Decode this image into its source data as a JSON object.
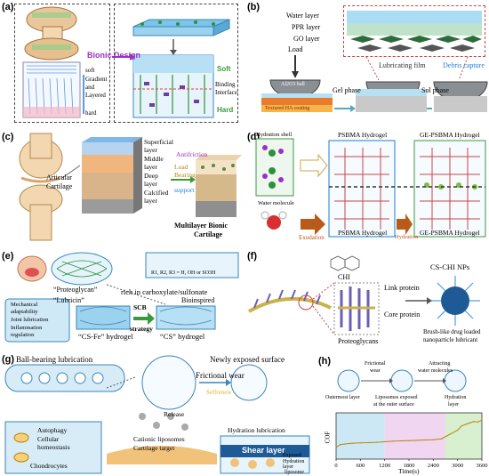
{
  "colors": {
    "accent_purple": "#9b30c8",
    "accent_green": "#3a9a3a",
    "accent_blue": "#1a7fd4",
    "orange": "#e8892a",
    "panel_bg_blue": "#d8ecf8",
    "curve": "#b8860b"
  },
  "panel_a": {
    "label": "(a)",
    "bionic_design": "Bionic   Design",
    "left_caption_1": "soft",
    "left_caption_2": "Gradient",
    "left_caption_3": "and",
    "left_caption_4": "Layered",
    "left_caption_5": "hard",
    "soft": "Soft",
    "binding_1": "Binding",
    "binding_2": "Interface",
    "hard": "Hard"
  },
  "panel_b": {
    "label": "(b)",
    "water_layer": "Water layer",
    "ppr_layer": "PPR layer",
    "go_layer": "GO layer",
    "load": "Load",
    "ball": "Al2O3 ball",
    "lubricating_film": "Lubricating film",
    "debris_capture": "Debris capture",
    "gel_phase": "Gel phase",
    "sol_phase": "Sol phase",
    "coating": "Textured HA coating"
  },
  "panel_c": {
    "label": "(c)",
    "articular": "Articular",
    "cartilage": "Cartilage",
    "superficial": "Superficial",
    "layer1": "layer",
    "middle": "Middle",
    "layer2": "layer",
    "deep": "Deep",
    "layer3": "layer",
    "calcified": "Calcified",
    "layer4": "layer",
    "antifriction": "Antifriction",
    "load_bearing_1": "Load",
    "load_bearing_2": "Bearing",
    "support": "support",
    "multilayer_1": "Multilayer Bionic",
    "multilayer_2": "Cartilage"
  },
  "panel_d": {
    "label": "(d)",
    "hydration_shell": "Hydration shell",
    "psbma_top": "PSBMA Hydrogel",
    "ge_psbma_top": "GE-PSBMA Hydrogel",
    "water_molecule": "Water molecule",
    "exudation": "Exudation",
    "psbma_bottom": "PSBMA Hydrogel",
    "hydration": "Hydration",
    "ge_psbma_bottom": "GE-PSBMA Hydrogel"
  },
  "panel_e": {
    "label": "(e)",
    "proteoglycan": "“Proteoglycan”",
    "lubricin": "“Lubricin”",
    "rich": "rich in carboxylate/sulfonate",
    "r_groups": "R1, R2, R3 = H, OH or SO3H",
    "bioinspired": "Bioinspired",
    "mech_1": "Mechanical",
    "mech_2": "adaptability",
    "mech_3": "Joint lubrication",
    "mech_4": "Inflammation",
    "mech_5": "regulation",
    "scb_1": "SCB",
    "scb_2": "strategy",
    "cs_fe": "“CS-Fe” hydrogel",
    "cs": "“CS” hydrogel"
  },
  "panel_f": {
    "label": "(f)",
    "chi": "CHI",
    "link_protein": "Link protein",
    "core_protein": "Core protein",
    "proteoglycans": "Proteoglycans",
    "cs_chi": "CS-CHI NPs",
    "brush_1": "Brush-like drug loaded",
    "brush_2": "nanoparticle lubricant"
  },
  "panel_g": {
    "label": "(g)",
    "ball_bearing": "Ball-bearing lubrication",
    "newly_exposed": "Newly exposed surface",
    "frictional_wear": "Frictional wear",
    "selfrenew": "Selfrenew",
    "release": "Release",
    "cationic": "Cationic liposomes",
    "cartilage_target": "Cartilage target",
    "autophagy": "Autophagy",
    "cellular_1": "Cellular",
    "cellular_2": "homeostasis",
    "chondrocytes": "Chondrocytes",
    "hydration_lub": "Hydration lubrication",
    "shear_layer": "Shear layer",
    "hydration_layer_1": "Hydration",
    "hydration_layer_2": "layer",
    "exposed_1": "Exposed",
    "exposed_2": "liposome"
  },
  "panel_h": {
    "label": "(h)",
    "frictional_1": "Frictional",
    "frictional_2": "wear",
    "attracting_1": "Attracting",
    "attracting_2": "water molecules",
    "outermost": "Outermost layer",
    "liposomes_1": "Liposomes exposed",
    "liposomes_2": "at the outer surface",
    "hydration_1": "Hydration",
    "hydration_2": "layer"
  },
  "chart_data": {
    "type": "line",
    "xlabel": "Time(s)",
    "ylabel": "COF",
    "xlim": [
      0,
      3600
    ],
    "ylim": [
      0,
      0.16
    ],
    "xticks": [
      "0",
      "600",
      "1200",
      "1800",
      "2400",
      "3000",
      "3600"
    ],
    "yticks": [],
    "regions": [
      {
        "from": 0,
        "to": 1200,
        "color": "#cce8f4"
      },
      {
        "from": 1200,
        "to": 2700,
        "color": "#f0d6f0"
      },
      {
        "from": 2700,
        "to": 3600,
        "color": "#d8f0d0"
      }
    ],
    "series": [
      {
        "x": [
          0,
          100,
          200,
          400,
          600,
          800,
          1000,
          1200,
          1400,
          1600,
          1800,
          2000,
          2200,
          2400,
          2600,
          2800,
          3000,
          3100,
          3200,
          3300,
          3400,
          3500,
          3600
        ],
        "values": [
          0.04,
          0.05,
          0.052,
          0.055,
          0.056,
          0.057,
          0.058,
          0.06,
          0.062,
          0.063,
          0.064,
          0.065,
          0.066,
          0.067,
          0.07,
          0.085,
          0.1,
          0.115,
          0.12,
          0.125,
          0.13,
          0.128,
          0.135
        ]
      }
    ]
  }
}
